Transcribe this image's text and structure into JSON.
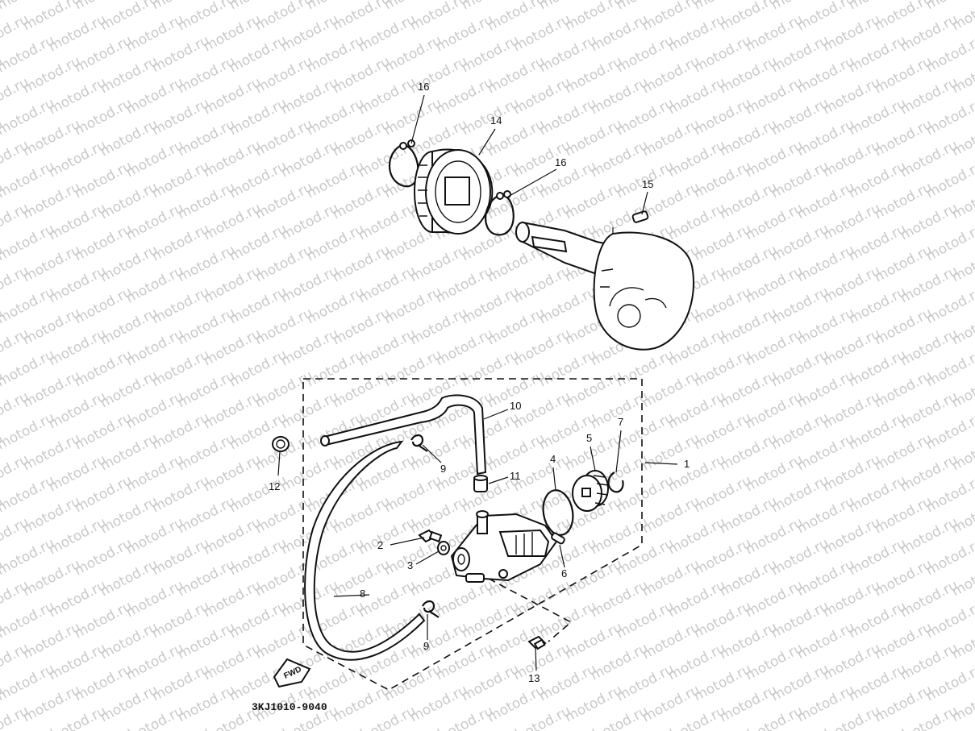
{
  "watermark": "motod.ru",
  "drawing_code": "3KJ1010-9040",
  "fwd_label": "FWD",
  "callouts": [
    {
      "id": "16a",
      "text": "16"
    },
    {
      "id": "14",
      "text": "14"
    },
    {
      "id": "16b",
      "text": "16"
    },
    {
      "id": "15",
      "text": "15"
    },
    {
      "id": "10",
      "text": "10"
    },
    {
      "id": "12",
      "text": "12"
    },
    {
      "id": "9a",
      "text": "9"
    },
    {
      "id": "11",
      "text": "11"
    },
    {
      "id": "4",
      "text": "4"
    },
    {
      "id": "5",
      "text": "5"
    },
    {
      "id": "7",
      "text": "7"
    },
    {
      "id": "1",
      "text": "1"
    },
    {
      "id": "2",
      "text": "2"
    },
    {
      "id": "3",
      "text": "3"
    },
    {
      "id": "6",
      "text": "6"
    },
    {
      "id": "8",
      "text": "8"
    },
    {
      "id": "9b",
      "text": "9"
    },
    {
      "id": "13",
      "text": "13"
    }
  ]
}
